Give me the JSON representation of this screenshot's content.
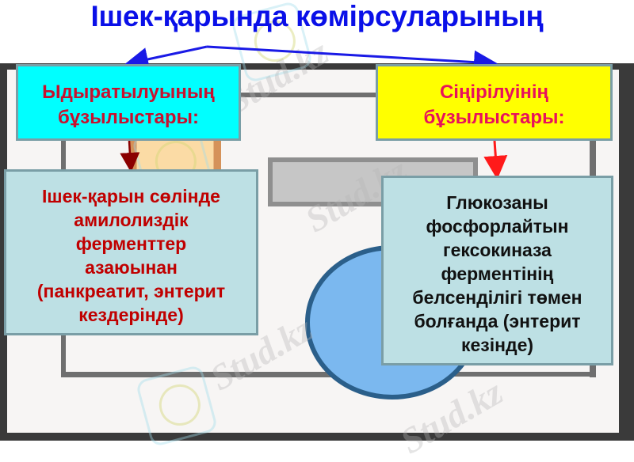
{
  "title": "Ішек-қарында көмірсуларының",
  "left_branch": {
    "header_lines": [
      "Ыдыратылуының",
      "бұзылыстары:"
    ],
    "detail_lines": [
      "Ішек-қарын сөлінде",
      "амилолиздік",
      "ферменттер",
      "азаюынан",
      "(панкреатит, энтерит",
      "кездерінде)"
    ]
  },
  "right_branch": {
    "header_lines": [
      "Сіңірілуінің",
      "бұзылыстары:"
    ],
    "detail_lines": [
      "Глюкозаны",
      "фосфорлайтын",
      "гексокиназа",
      "ферментінің",
      "белсенділігі төмен",
      "болғанда (энтерит",
      "кезінде)"
    ]
  },
  "watermark": "Stud.kz",
  "colors": {
    "title": "#0a10e8",
    "left_header_bg": "#00ffff",
    "right_header_bg": "#ffff00",
    "detail_bg": "#bde0e4",
    "left_text": "#c00000",
    "right_header_text": "#e8115c",
    "right_detail_text": "#111111",
    "top_arrows": "#1a1ae6",
    "left_arrow": "#8b0000",
    "right_arrow": "#ff1a1a"
  }
}
